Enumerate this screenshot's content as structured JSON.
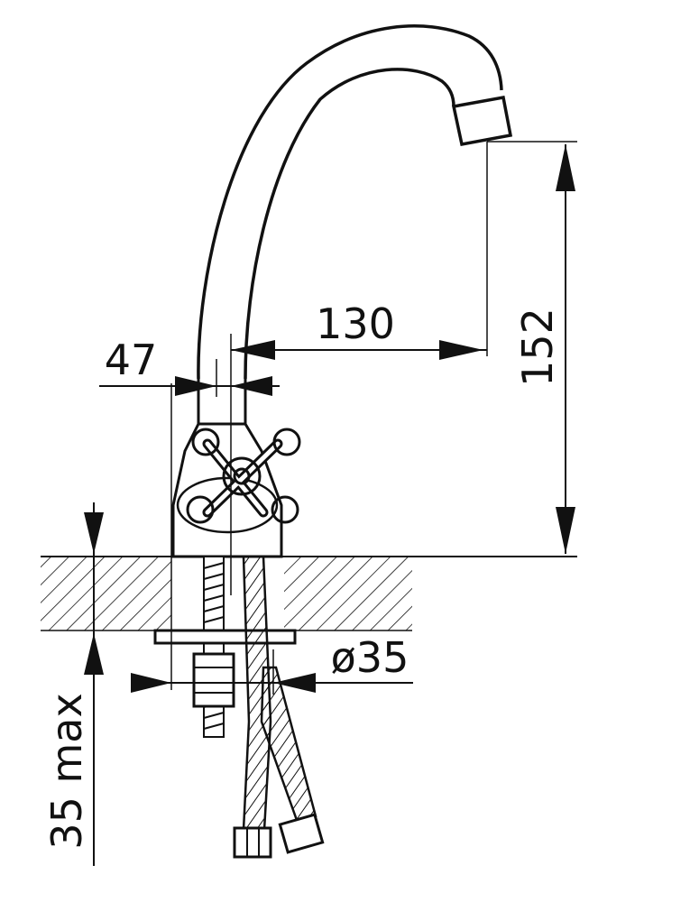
{
  "dimensions": {
    "spout_reach": "130",
    "spout_height": "152",
    "body_width": "47",
    "mount_diameter": "ø35",
    "max_counter_thickness": "35 max"
  },
  "colors": {
    "line": "#111111",
    "background": "#ffffff"
  },
  "icons": {
    "handle": "cross-handle-icon",
    "aerator": "aerator-icon",
    "supply_nut": "hex-nut-icon"
  }
}
